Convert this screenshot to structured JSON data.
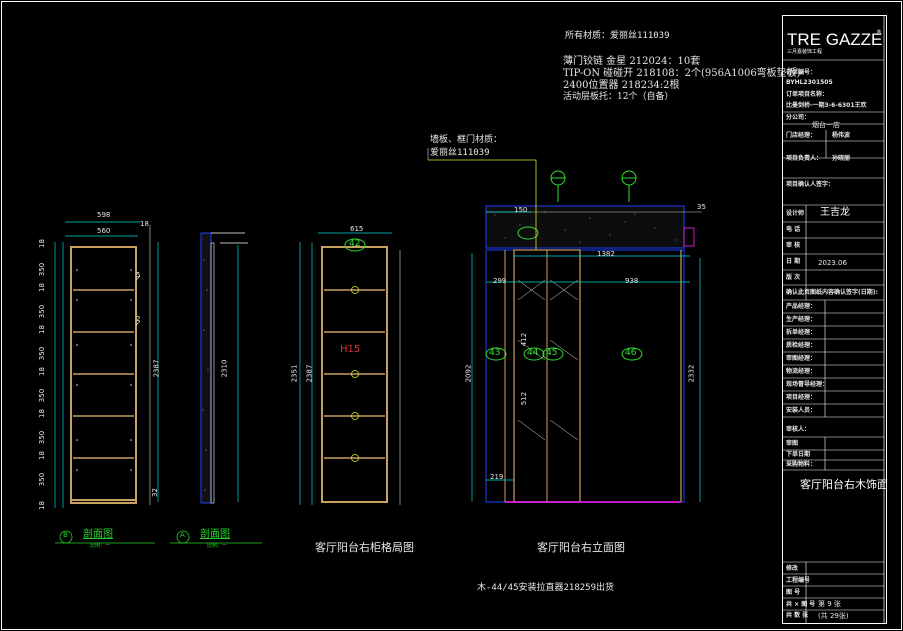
{
  "notes": {
    "material": "所有材质：爱丽丝111039",
    "hinge": "薄门铰链 金星 212024：10套",
    "tipon": "TIP-ON 碰碰开 218108：2个(956A1006弯板垫板)",
    "positioner": "2400位置器 218234:2根",
    "shelf_support": "活动层板托：12个（自备）",
    "panel_material_label": "墙板、框门材质：",
    "panel_material_value": "爱丽丝111039",
    "bottom_note": "木-44/45安装拉直器218259出货"
  },
  "views": {
    "section_b": "剖面图",
    "section_a": "剖面图",
    "section_b_letter": "B",
    "section_a_letter": "A",
    "section_scale": "比例：一",
    "grid_layout": "客厅阳台右柜格局图",
    "right_elevation": "客厅阳台右立面图"
  },
  "tags": {
    "t42": "42",
    "t43": "43",
    "t44": "44",
    "t45": "45",
    "t46": "46",
    "h15": "H15"
  },
  "dims": {
    "w598": "598",
    "w560": "560",
    "w18": "18",
    "h2387": "2387",
    "h2310": "2310",
    "w615": "615",
    "h2351": "2351",
    "h2387b": "2387",
    "w150": "150",
    "w1382": "1382",
    "w938": "938",
    "w299": "299",
    "h2092": "2092",
    "h412": "412",
    "h512": "512",
    "w219": "219",
    "h2332": "2332",
    "h35": "35",
    "h32": "32",
    "side_left": [
      "18",
      "350",
      "18",
      "350",
      "18",
      "350",
      "18",
      "350",
      "18",
      "350",
      "18",
      "350",
      "18"
    ],
    "callout5": "5",
    "callout2": "2"
  },
  "title_block": {
    "logo": "TRE GAZZE",
    "logo_sub": "三月嘉装饰工程",
    "rows": [
      {
        "label": "订单编号：",
        "value": ""
      },
      {
        "label": "BYHL2301505",
        "value": ""
      },
      {
        "label": "订单项目名称：",
        "value": ""
      },
      {
        "label": "比曼剑桥-一期3-6-6301王欢",
        "value": ""
      },
      {
        "label": "分公司：",
        "value": ""
      },
      {
        "label": "",
        "value": "烟台一店"
      },
      {
        "label": "门店经理：",
        "value": "杨伟波"
      },
      {
        "label": "",
        "value": ""
      },
      {
        "label": "项目负责人：",
        "value": "孙晓丽"
      },
      {
        "label": "",
        "value": ""
      },
      {
        "label": "项目确认人签字：",
        "value": ""
      }
    ],
    "designer_label": "设计师",
    "designer_value": "王吉龙",
    "phone_label": "电 话",
    "review_label": "审 核",
    "date_label": "日 期",
    "date_value": "2023.06",
    "version_label": "版 次",
    "signature_rows": [
      "确认此页图纸内容确认签字(日期):",
      "产品经理：",
      "生产经理：",
      "拆单经理：",
      "质检经理：",
      "审图经理：",
      "物流经理：",
      "现场督导经理：",
      "项目经理：",
      "安装人员："
    ],
    "mid_rows": [
      "审核人：",
      "审图",
      "下单日期",
      "采购物料："
    ],
    "sheet_title": "客厅阳台右木饰面",
    "bottom_rows": [
      {
        "label": "修改",
        "value": ""
      },
      {
        "label": "工程编号",
        "value": ""
      },
      {
        "label": "图 号",
        "value": ""
      },
      {
        "label": "共 × 图 号",
        "value": "第 9 张"
      },
      {
        "label": "共 数 张",
        "value": "(共 29张)"
      }
    ]
  },
  "colors": {
    "background": "#000000",
    "frame": "#ffffff",
    "panel": "#c8a060",
    "cyan": "#00d8d8",
    "blue": "#2040ff",
    "green": "#30e030",
    "magenta": "#ff20ff",
    "red": "#e53030",
    "yellow": "#e0e020"
  }
}
